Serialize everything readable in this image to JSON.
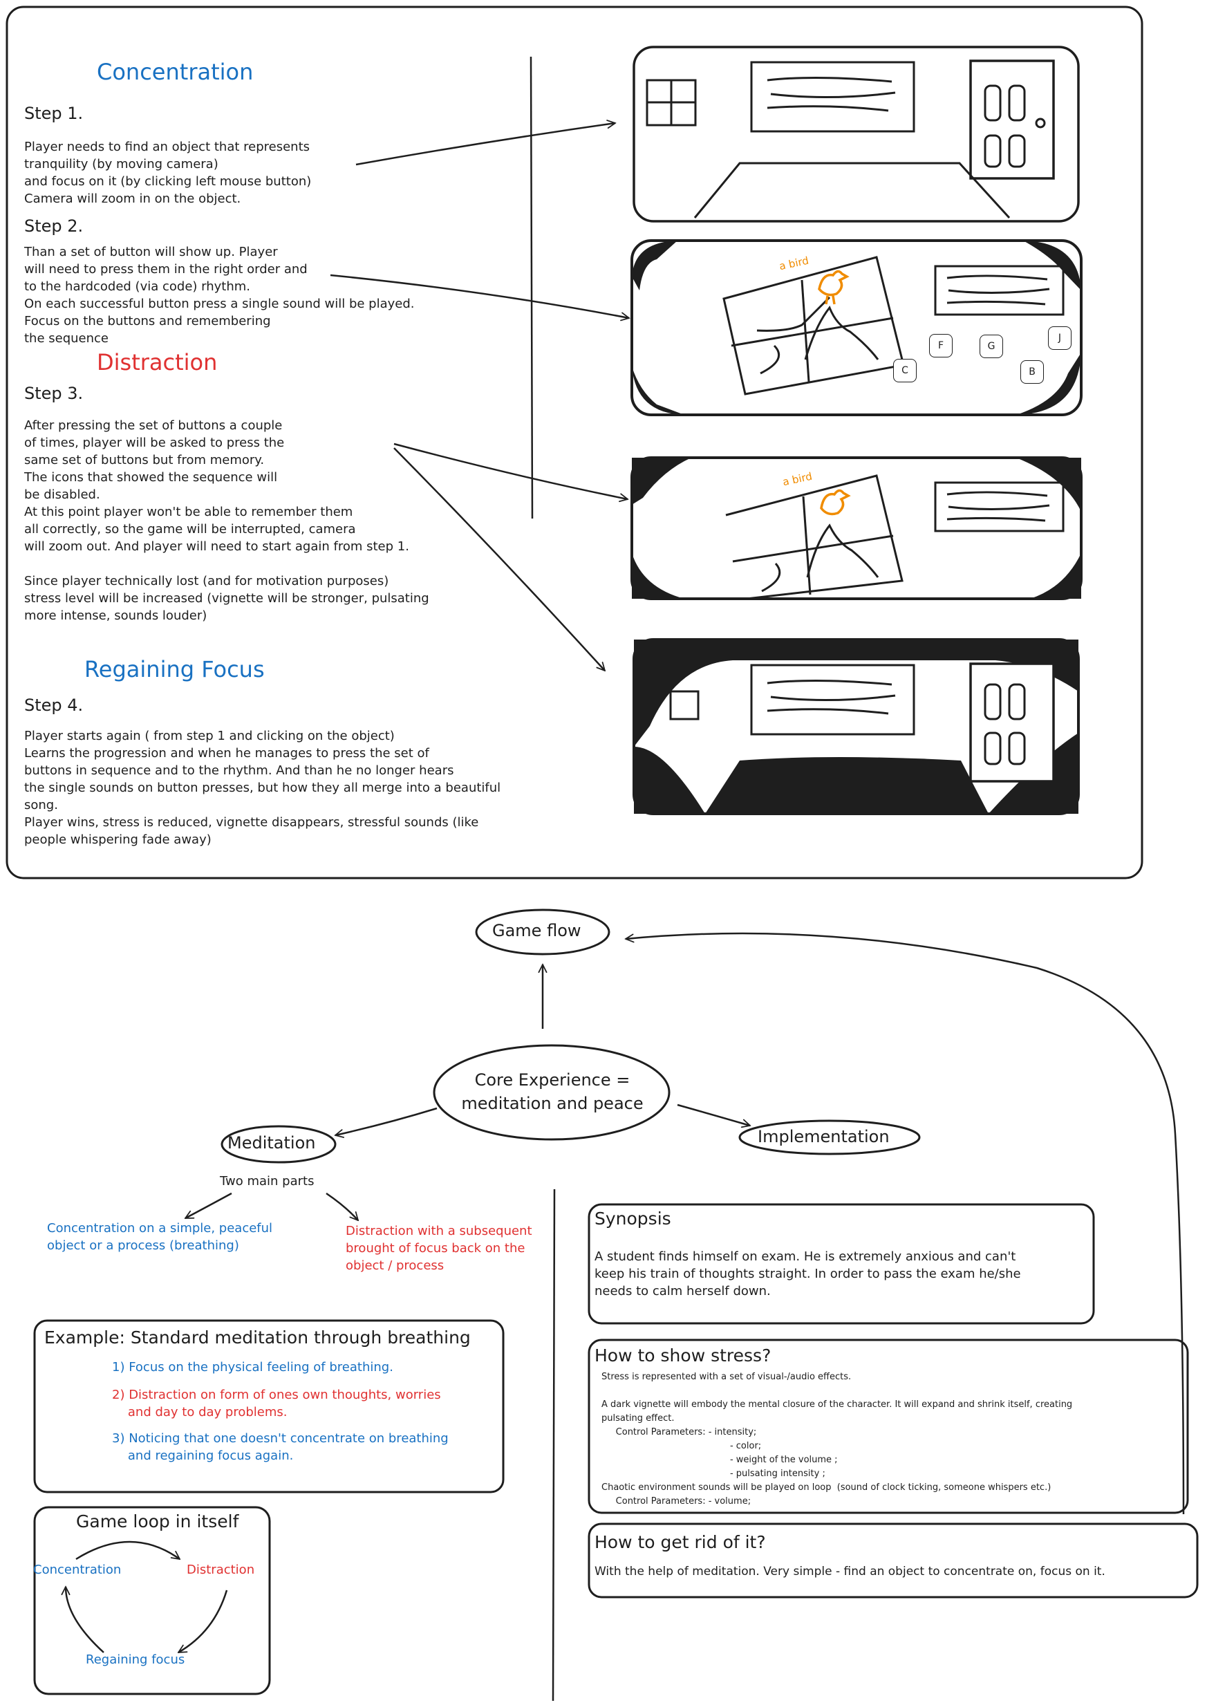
{
  "colors": {
    "ink": "#1e1e1e",
    "blue": "#1971c2",
    "red": "#e03131",
    "orange": "#f08c00"
  },
  "top": {
    "concentration_title": "Concentration",
    "step1_title": "Step 1.",
    "step1_text": "Player needs to find an object that represents\ntranquility (by moving camera)\nand focus on it (by clicking left mouse button)\nCamera will zoom in on the object.",
    "step2_title": "Step 2.",
    "step2_text": "Than a set of button will show up. Player\nwill need to press them in the right order and\nto the hardcoded (via code) rhythm.\nOn each successful button press a single sound will be played.\nFocus on the buttons and remembering\nthe sequence",
    "distraction_title": "Distraction",
    "step3_title": "Step 3.",
    "step3_text": "After pressing the set of buttons a couple\nof times, player will be asked to press the\nsame set of buttons but from memory.\nThe icons that showed the sequence will\nbe disabled.\nAt this point player won't be able to remember them\nall correctly, so the game will be interrupted, camera\nwill zoom out. And player will need to start again from step 1.\n\nSince player technically lost (and for motivation purposes)\nstress level will be increased (vignette will be stronger, pulsating\nmore intense, sounds louder)",
    "regaining_title": "Regaining Focus",
    "step4_title": "Step 4.",
    "step4_text": "Player starts again ( from step 1 and clicking on the object)\nLearns the progression and when he manages to press the set of\nbuttons in sequence and to the rhythm. And than he no longer hears\nthe single sounds on button presses, but how they all merge into a beautiful\nsong.\nPlayer wins, stress is reduced, vignette disappears, stressful sounds (like\npeople whispering fade away)",
    "bird_label": "a bird",
    "keys": [
      "F",
      "G",
      "J",
      "C",
      "B"
    ]
  },
  "bottom": {
    "game_flow": "Game flow",
    "core_experience": "Core Experience =\nmeditation and peace",
    "meditation": "Meditation",
    "implementation": "Implementation",
    "two_main_parts": "Two main parts",
    "concentration_part": "Concentration on a simple, peaceful\nobject or a process (breathing)",
    "distraction_part": "Distraction with a subsequent\nbrought of focus back on the\nobject / process",
    "example_title": "Example: Standard meditation through breathing",
    "example_1": "1) Focus on the physical feeling of breathing.",
    "example_2": "2) Distraction on form of ones own thoughts, worries\n    and day to day problems.",
    "example_3": "3) Noticing that one doesn't concentrate on breathing\n    and regaining focus again.",
    "loop_title": "Game loop in itself",
    "loop_concentration": "Concentration",
    "loop_distraction": "Distraction",
    "loop_regaining": "Regaining focus",
    "synopsis_title": "Synopsis",
    "synopsis_text": "A student finds himself on exam. He is extremely anxious and can't\nkeep his train of thoughts straight. In order to pass the exam he/she\nneeds to calm herself down.",
    "stress_title": "How to show stress?",
    "stress_text": "Stress is represented with a set of visual-/audio effects.\n\nA dark vignette will embody the mental closure of the character. It will expand and shrink itself, creating\npulsating effect.\n     Control Parameters: - intensity;\n                                             - color;\n                                             - weight of the volume ;\n                                             - pulsating intensity ;\nChaotic environment sounds will be played on loop  (sound of clock ticking, someone whispers etc.)\n     Control Parameters: - volume;",
    "rid_title": "How to get rid of it?",
    "rid_text": "With the help of meditation. Very simple - find an object to concentrate on, focus on it."
  }
}
